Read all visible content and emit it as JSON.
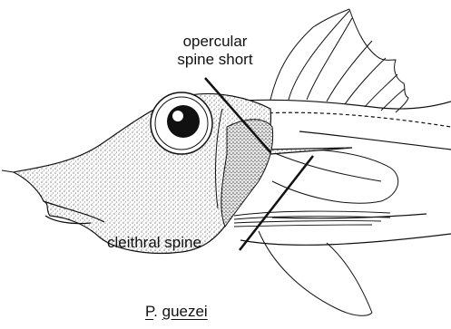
{
  "annotations": {
    "opercular_line1": "opercular",
    "opercular_line2": "spine short",
    "cleithral": "cleithral spine"
  },
  "species": {
    "genus_abbrev": "P",
    "separator": ". ",
    "epithet": "guezei"
  },
  "colors": {
    "ink": "#111111",
    "stipple": "#bfbfbf",
    "background": "#ffffff"
  }
}
